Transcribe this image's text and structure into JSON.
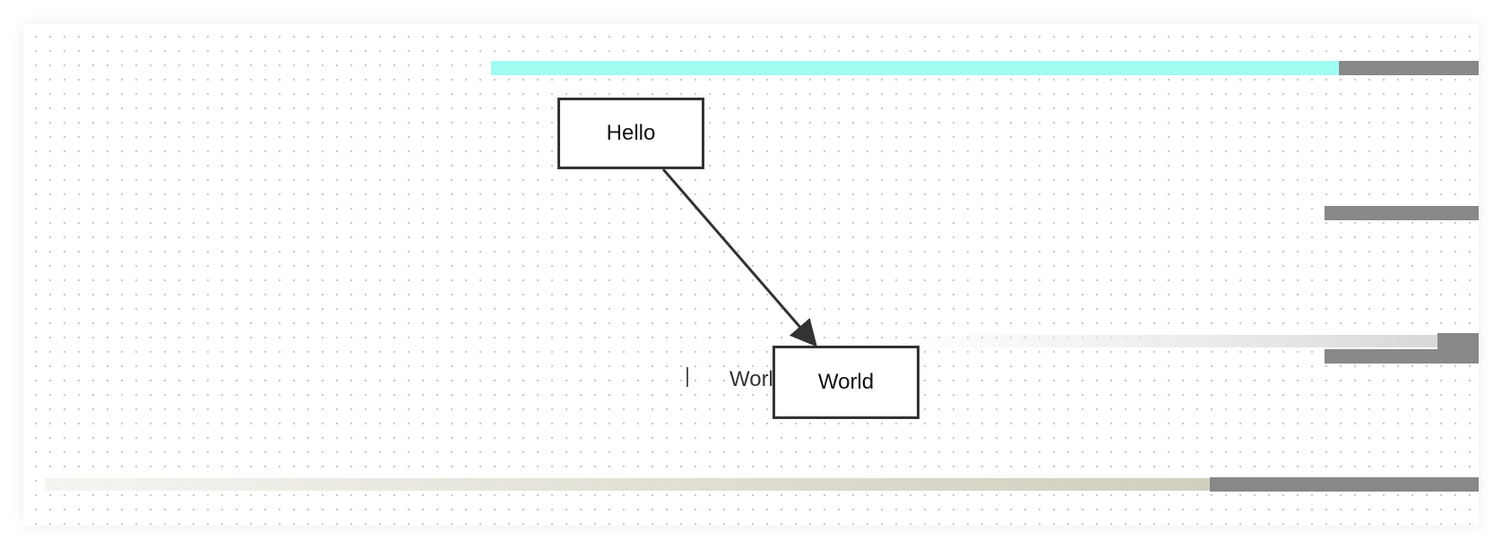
{
  "diagram": {
    "nodes": [
      {
        "id": "hello",
        "label": "Hello"
      },
      {
        "id": "world",
        "label": "World"
      }
    ],
    "edges": [
      {
        "from": "hello",
        "to": "world",
        "arrow": "end"
      }
    ],
    "ghost_label": "World"
  },
  "colors": {
    "stroke": "#333333",
    "grid_dot": "#c9c9c9",
    "artifact_cyan": "#9ffcf0",
    "artifact_gray": "#888888"
  }
}
